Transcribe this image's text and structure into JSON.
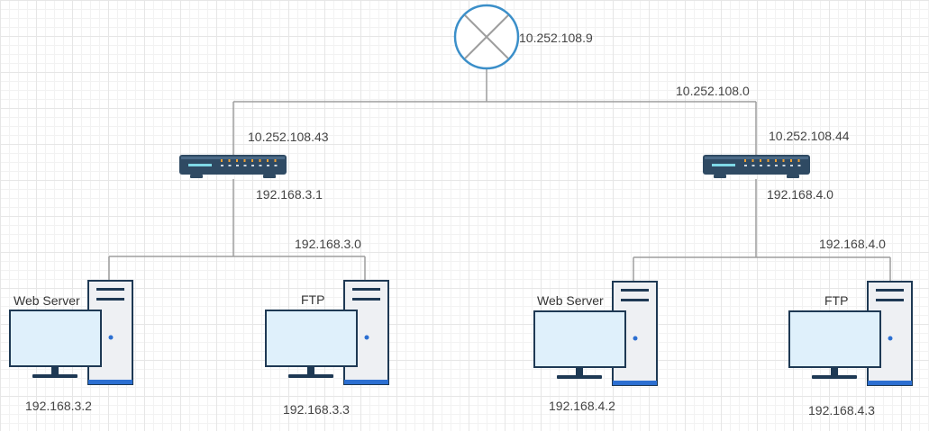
{
  "colors": {
    "link": "#9e9e9e",
    "router_ring": "#3b8fc9",
    "router_cross": "#9e9e9e",
    "switch_body": "#2f4a63",
    "switch_lights": "#f0a030",
    "monitor_screen": "#dff0fb",
    "monitor_frame": "#1e3954",
    "tower_body": "#eef0f3",
    "tower_frame": "#1e3954",
    "tower_led": "#2c6fd1"
  },
  "router": {
    "icon": "router-cross-icon",
    "ip": "10.252.108.9"
  },
  "backbone": {
    "network": "10.252.108.0"
  },
  "left_site": {
    "switch_icon": "switch-icon",
    "uplink_ip": "10.252.108.43",
    "lan_ip": "192.168.3.1",
    "network": "192.168.3.0",
    "hosts": [
      {
        "name": "Web Server",
        "ip": "192.168.3.2"
      },
      {
        "name": "FTP",
        "ip": "192.168.3.3"
      }
    ]
  },
  "right_site": {
    "switch_icon": "switch-icon",
    "uplink_ip": "10.252.108.44",
    "lan_ip": "192.168.4.0",
    "network": "192.168.4.0",
    "hosts": [
      {
        "name": "Web Server",
        "ip": "192.168.4.2"
      },
      {
        "name": "FTP",
        "ip": "192.168.4.3"
      }
    ]
  }
}
